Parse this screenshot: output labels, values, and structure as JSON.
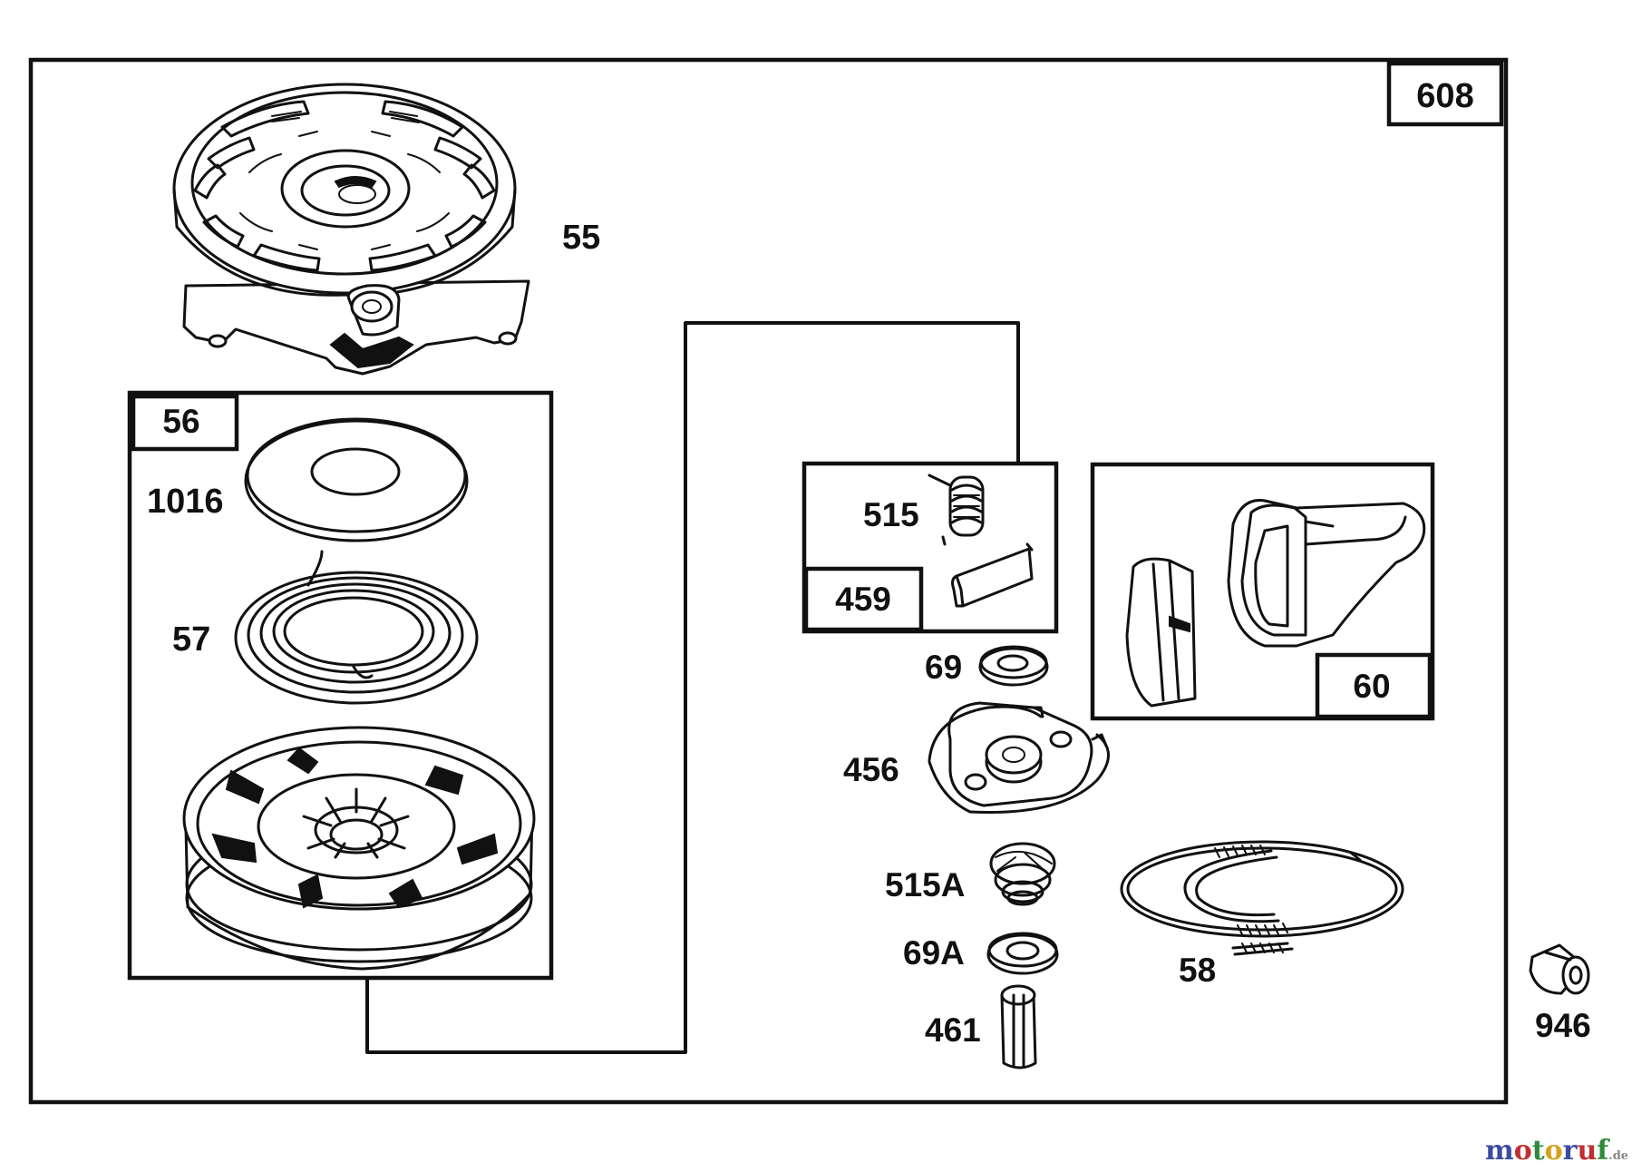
{
  "assembly": {
    "label": "608"
  },
  "parts": {
    "p55": "55",
    "p56": "56",
    "p1016": "1016",
    "p57": "57",
    "p515": "515",
    "p459": "459",
    "p60": "60",
    "p69": "69",
    "p456": "456",
    "p515a": "515A",
    "p69a": "69A",
    "p461": "461",
    "p58": "58",
    "p946": "946"
  },
  "watermark": {
    "letters": [
      "m",
      "o",
      "t",
      "o",
      "r",
      "u",
      "f"
    ],
    "letter_colors": [
      "#3a4ca0",
      "#c03030",
      "#2e8a3a",
      "#d6a21e",
      "#3a4ca0",
      "#c03030",
      "#2e8a3a"
    ],
    "suffix": ".de",
    "suffix_color": "#888888"
  }
}
